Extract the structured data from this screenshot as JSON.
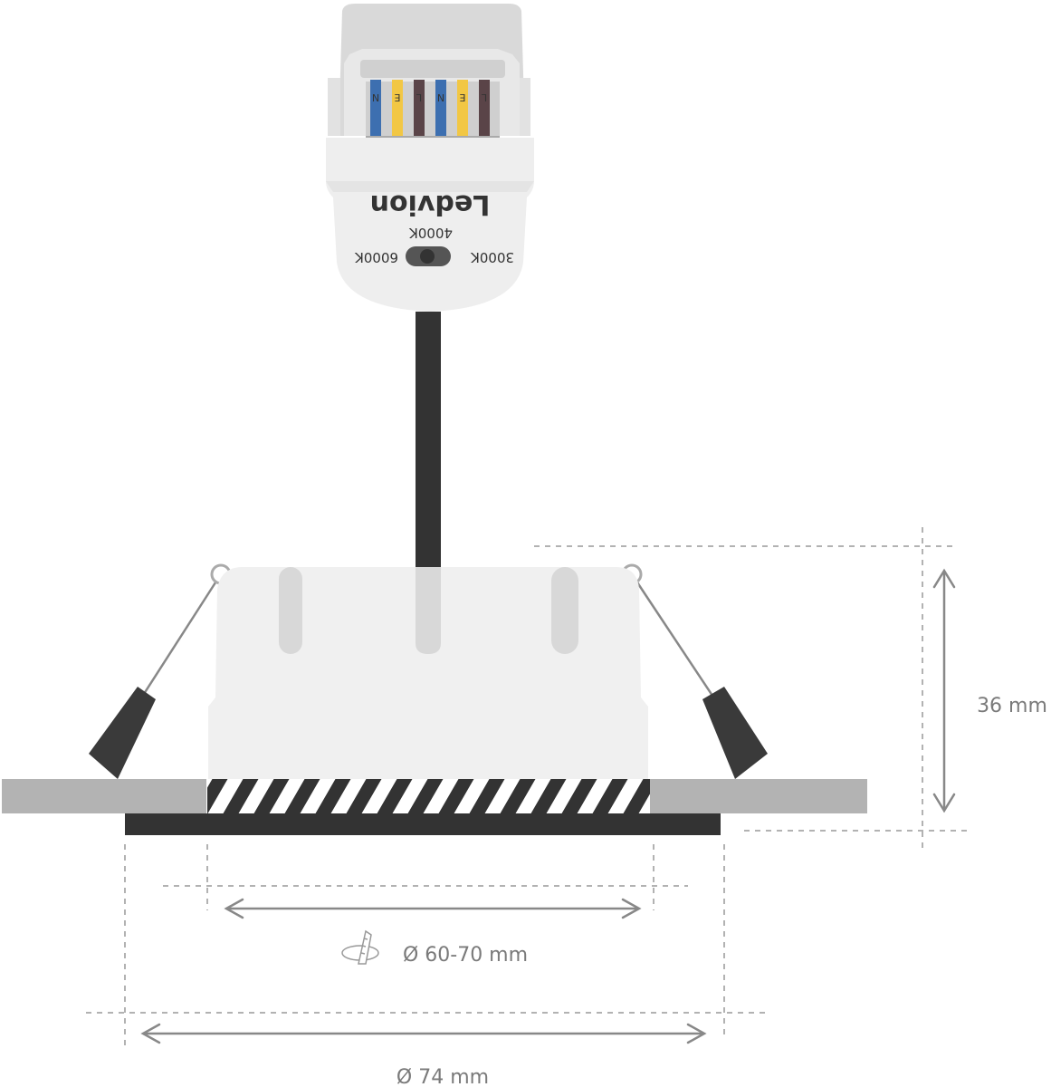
{
  "driver": {
    "brand": "Ledvion",
    "temp_left": "3000K",
    "temp_mid": "4000K",
    "temp_right": "6000K",
    "terminal_labels": [
      "N",
      "E",
      "L",
      "N",
      "E",
      "L"
    ]
  },
  "dimensions": {
    "height": "36 mm",
    "cutout": "Ø 60-70 mm",
    "diameter": "Ø 74 mm"
  },
  "colors": {
    "wire_blue": "#3d6fb0",
    "wire_yellow": "#f2c744",
    "wire_brown": "#5a4448",
    "cable": "#333333",
    "ceiling": "#b3b3b3",
    "housing": "#f0f0f0",
    "dim_line": "#888888"
  },
  "icons": {
    "saw": "saw-icon"
  }
}
